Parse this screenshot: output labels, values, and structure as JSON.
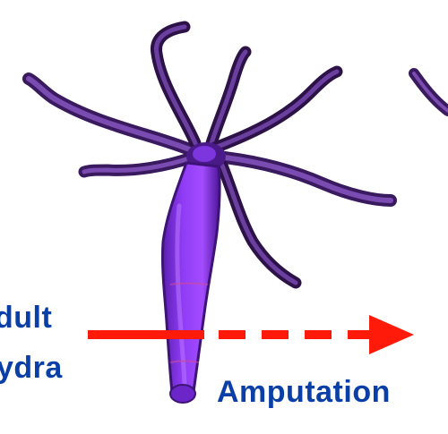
{
  "labels": {
    "adult": "dult",
    "hydra": "ydra",
    "amputation": "Amputation"
  },
  "colors": {
    "background": "#ffffff",
    "hydra_body": "#8a33f2",
    "hydra_dark": "#3a1160",
    "arrow": "#ff1a0a",
    "label_text": "#0b3fa8"
  }
}
